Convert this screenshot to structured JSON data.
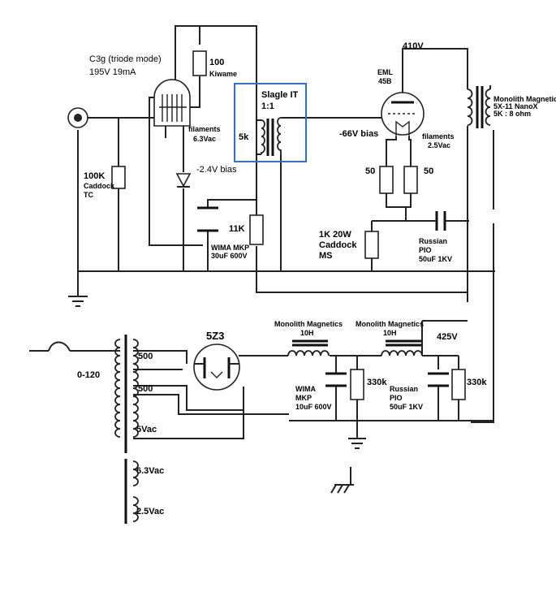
{
  "labels": {
    "c3g_title": "C3g (triode mode)",
    "c3g_operating": "195V 19mA",
    "r100": "100",
    "r100_brand": "Kiwame",
    "c3g_filaments": "filaments",
    "c3g_filament_voltage": "6.3Vac",
    "grid_bias": "-2.4V bias",
    "r100k": "100K",
    "r100k_brand1": "Caddock",
    "r100k_brand2": "TC",
    "r11k": "11K",
    "wima_small_1": "WIMA MKP",
    "wima_small_2": "30uF 600V",
    "it_name": "Slagle IT",
    "it_ratio": "1:1",
    "it_impedance": "5k",
    "b_plus_output": "410V",
    "tube45_brand": "EML",
    "tube45_type": "45B",
    "output_bias": "-66V bias",
    "r50_left": "50",
    "r50_right": "50",
    "tube45_filaments": "filaments",
    "tube45_filament_voltage": "2.5Vac",
    "opt_name": "Monolith Magnetics",
    "opt_model": "5X-11 NanoX",
    "opt_impedance": "5K : 8 ohm",
    "r1k_1": "1K 20W",
    "r1k_2": "Caddock",
    "r1k_3": "MS",
    "pio_top_1": "Russian",
    "pio_top_2": "PIO",
    "pio_top_3": "50uF 1KV",
    "rect_tube": "5Z3",
    "ptx_primary": "0-120",
    "ptx_hv_1": "500",
    "ptx_hv_2": "500",
    "ptx_5v": "5Vac",
    "ptx_63v": "6.3Vac",
    "ptx_25v": "2.5Vac",
    "choke1_brand": "Monolith Magnetics",
    "choke1_value": "10H",
    "choke2_brand": "Monolith Magnetics",
    "choke2_value": "10H",
    "b_plus_supply": "425V",
    "wima_big_1": "WIMA",
    "wima_big_2": "MKP",
    "wima_big_3": "10uF 600V",
    "r330k_1": "330k",
    "pio_bottom_1": "Russian",
    "pio_bottom_2": "PIO",
    "pio_bottom_3": "50uF 1KV",
    "r330k_2": "330k"
  },
  "colors": {
    "interstage_highlight": "#2f6fd6"
  }
}
